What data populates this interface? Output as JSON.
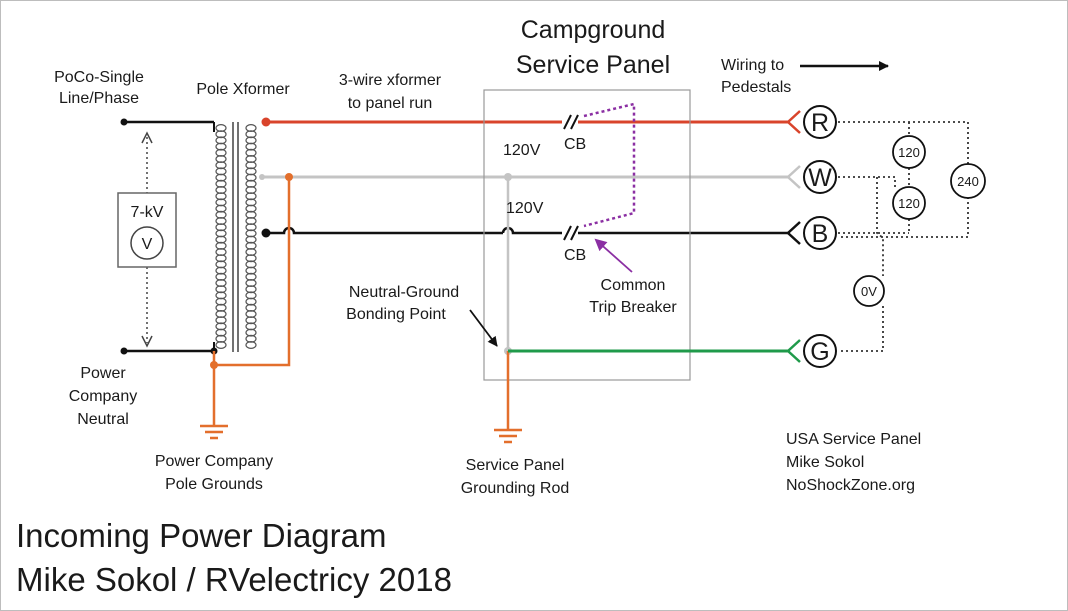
{
  "labels": {
    "poco_line1": "PoCo-Single",
    "poco_line2": "Line/Phase",
    "pole_xformer": "Pole Xformer",
    "run_line1": "3-wire xformer",
    "run_line2": "to panel run",
    "panel_title_line1": "Campground",
    "panel_title_line2": "Service Panel",
    "wiring_line1": "Wiring to",
    "wiring_line2": "Pedestals",
    "v120_top": "120V",
    "v120_bottom": "120V",
    "cb_top": "CB",
    "cb_bottom": "CB",
    "trip_line1": "Common",
    "trip_line2": "Trip Breaker",
    "ng_line1": "Neutral-Ground",
    "ng_line2": "Bonding Point",
    "kv": "7-kV",
    "meter_v": "V",
    "pcn_line1": "Power",
    "pcn_line2": "Company",
    "pcn_line3": "Neutral",
    "pcg_line1": "Power Company",
    "pcg_line2": "Pole Grounds",
    "rod_line1": "Service Panel",
    "rod_line2": "Grounding Rod",
    "credit_line1": "USA Service Panel",
    "credit_line2": "Mike Sokol",
    "credit_line3": "NoShockZone.org",
    "footer_line1": "Incoming Power Diagram",
    "footer_line2": "Mike Sokol / RVelectricy 2018"
  },
  "terminals": {
    "r": "R",
    "w": "W",
    "b": "B",
    "g": "G"
  },
  "meters": {
    "rw": "120",
    "wb": "120",
    "rb": "240",
    "wg": "0V"
  },
  "colors": {
    "hot_red": "#d9442b",
    "neutral_white": "#c4c4c4",
    "hot_black": "#111111",
    "ground_green": "#1f9a4a",
    "ground_orange": "#e36f2c",
    "breaker_link": "#8b2fa3"
  }
}
